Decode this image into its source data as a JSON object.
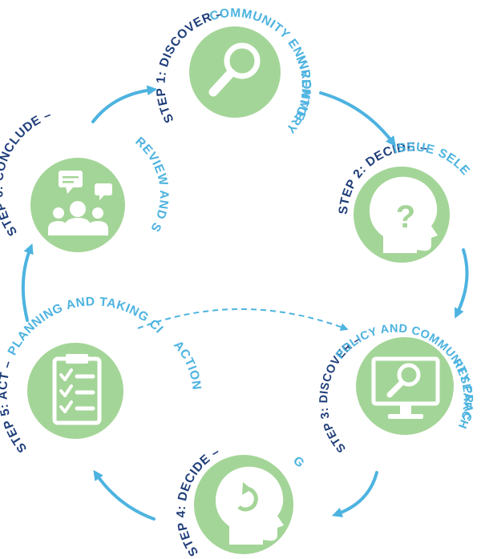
{
  "colors": {
    "circle": "#a4d598",
    "arrow": "#4db3e0",
    "step_dark": "#1f3e7a",
    "step_light": "#4db3e0",
    "icon": "#ffffff"
  },
  "steps": [
    {
      "prefix": "STEP 1: DISCOVER – ",
      "title_a": "COMMUNITY ENVIRONMENTAL",
      "title_b": "INVENTORY",
      "icon": "magnifier-icon"
    },
    {
      "prefix": "STEP 2: DECIDE – ",
      "title_a": "ISSUE SELECTION",
      "icon": "head-question-icon"
    },
    {
      "prefix": "STEP 3: DISCOVER – ",
      "title_a": "POLICY AND COMMUNITY PRACTICE",
      "title_b": "RESEARCH",
      "icon": "monitor-search-icon"
    },
    {
      "prefix": "STEP 4: DECIDE – ",
      "title_a": "GOAL AND STRATEGY SELECTION",
      "icon": "head-cycle-icon"
    },
    {
      "prefix": "STEP 5: ACT – ",
      "title_a": "PLANNING AND TAKING CIVIC",
      "title_b": "ACTION",
      "icon": "clipboard-checklist-icon"
    },
    {
      "prefix": "STEP 6: CONCLUDE – ",
      "title_a": "REVIEW AND SHARE",
      "icon": "group-discussion-icon"
    }
  ]
}
